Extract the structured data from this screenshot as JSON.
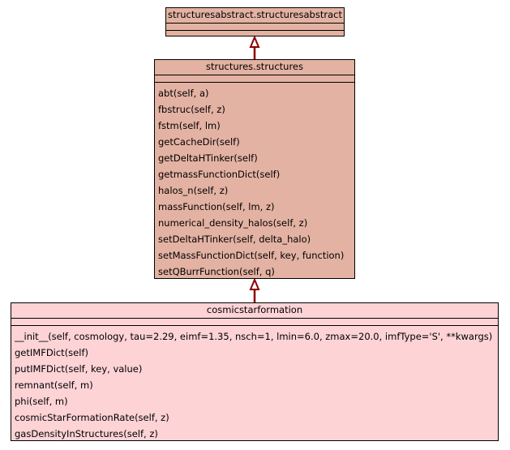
{
  "colors": {
    "abstract_fill": "#e3b2a3",
    "structures_fill": "#e3b2a3",
    "cosmic_fill": "#fdd3d6",
    "arrow": "#8b0000",
    "border": "#000000"
  },
  "classes": {
    "abstract": {
      "name": "structuresabstract.structuresabstract",
      "methods": []
    },
    "structures": {
      "name": "structures.structures",
      "methods": [
        "abt(self, a)",
        "fbstruc(self, z)",
        "fstm(self, lm)",
        "getCacheDir(self)",
        "getDeltaHTinker(self)",
        "getmassFunctionDict(self)",
        "halos_n(self, z)",
        "massFunction(self, lm, z)",
        "numerical_density_halos(self, z)",
        "setDeltaHTinker(self, delta_halo)",
        "setMassFunctionDict(self, key, function)",
        "setQBurrFunction(self, q)"
      ]
    },
    "cosmic": {
      "name": "cosmicstarformation",
      "methods": [
        "__init__(self, cosmology, tau=2.29, eimf=1.35, nsch=1, lmin=6.0, zmax=20.0, imfType='S', **kwargs)",
        "getIMFDict(self)",
        "putIMFDict(self, key, value)",
        "remnant(self, m)",
        "phi(self, m)",
        "cosmicStarFormationRate(self, z)",
        "gasDensityInStructures(self, z)"
      ]
    }
  }
}
